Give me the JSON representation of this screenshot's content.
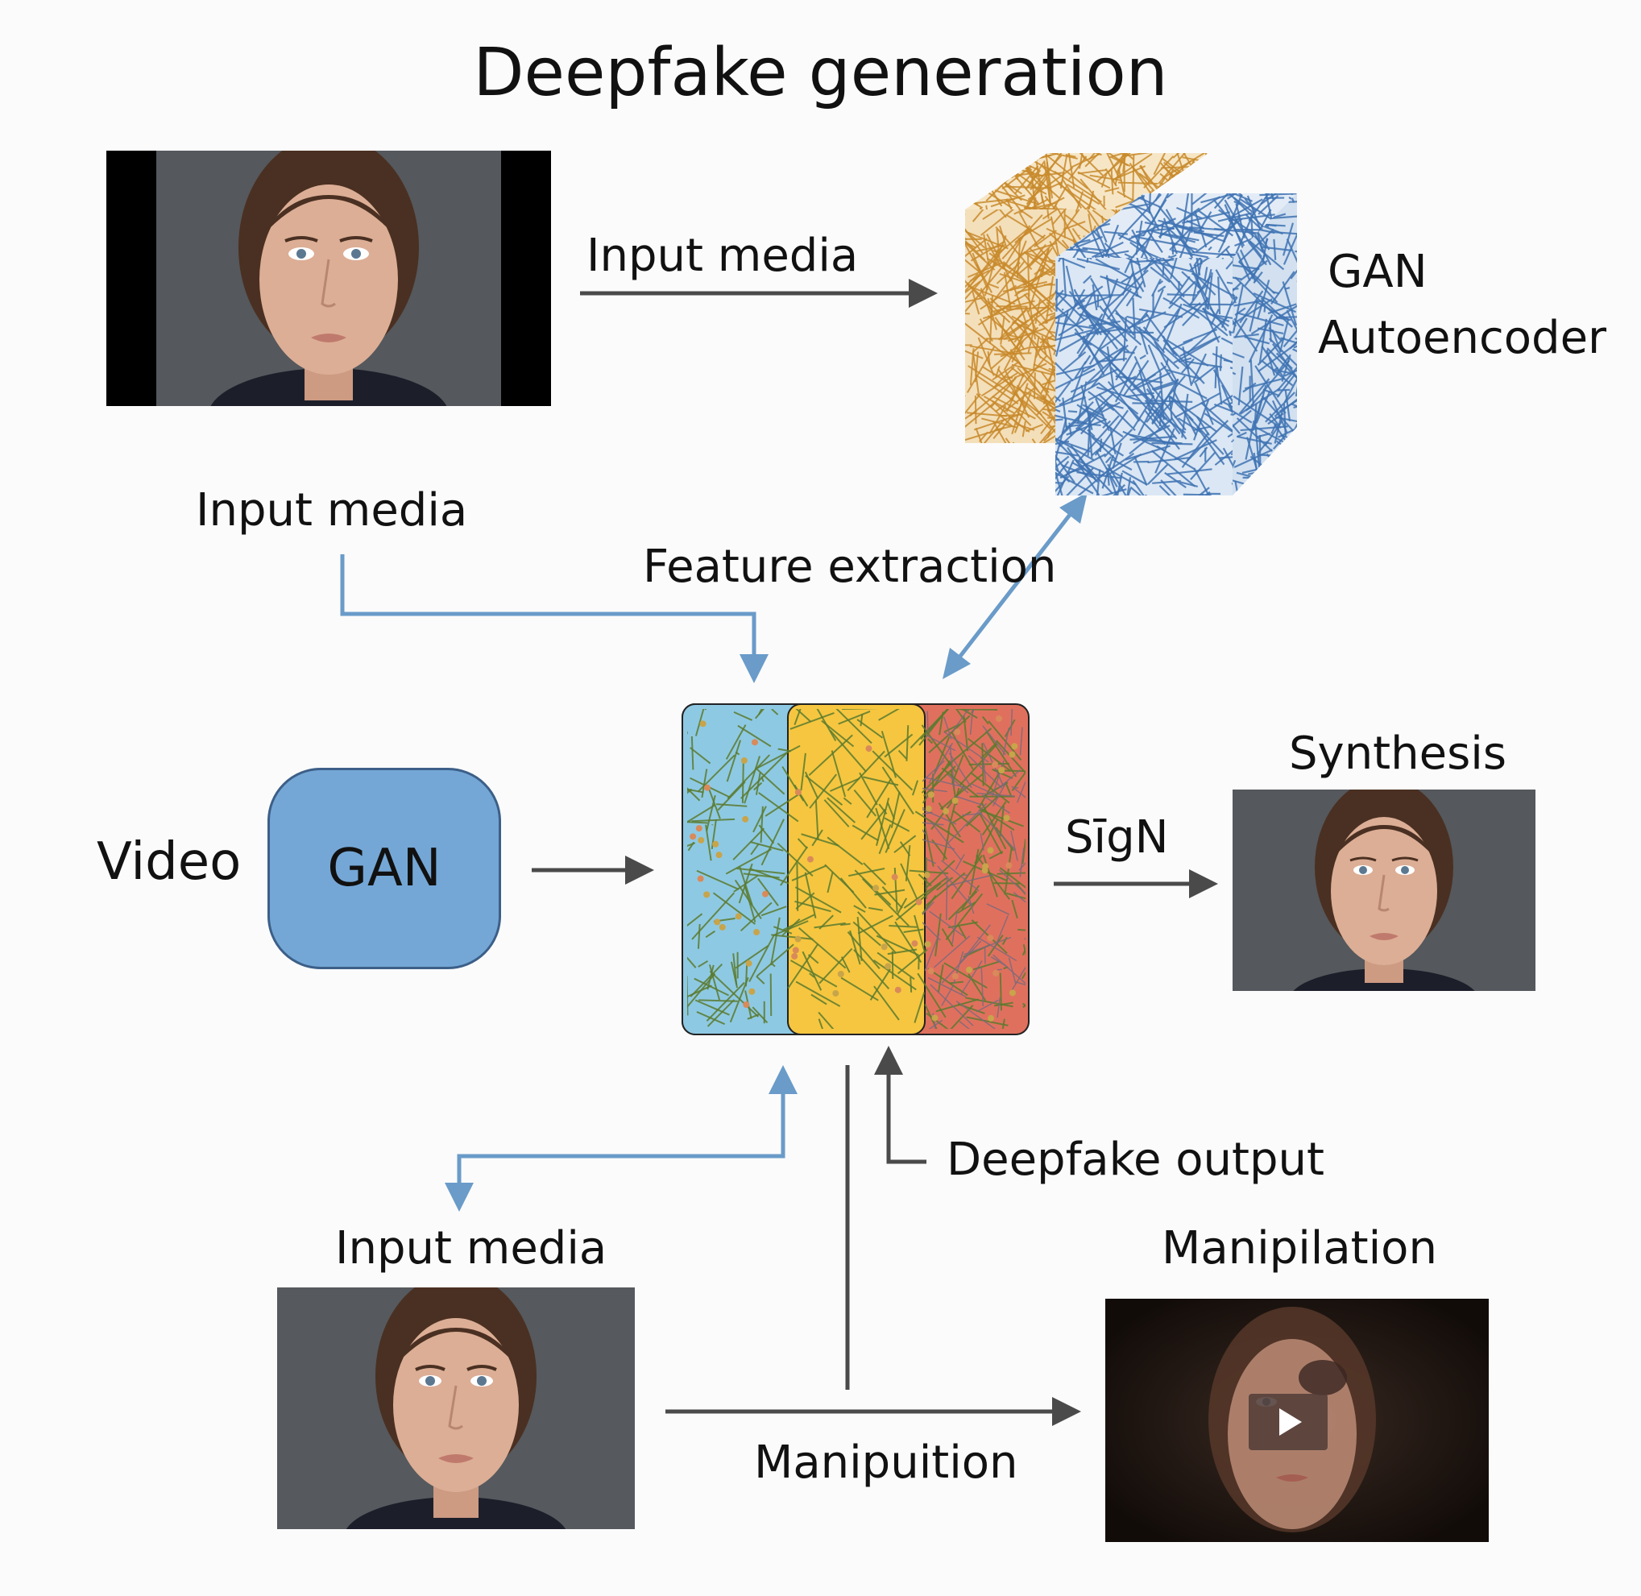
{
  "title": "Deepfake generation",
  "labels": {
    "top_input_media": "Input media",
    "gan": "GAN",
    "autoencoder": "Autoencoder",
    "left_input_media": "Input media",
    "feature_extraction": "Feature extraction",
    "video": "Video",
    "gan_box": "GAN",
    "sign_label": "SīgN",
    "synthesis": "Synthesis",
    "deepfake_output": "Deepfake output",
    "bottom_input_media": "Input media",
    "manipilation": "Manipilation",
    "manipuition": "Manipuition"
  },
  "colors": {
    "blue_arrow": "#6a9bc9",
    "dark_arrow": "#4a4a4a",
    "cube_orange": "#c8892c",
    "cube_blue": "#3f73b3",
    "panel_blue": "#8ec9e3",
    "panel_yellow": "#f6c640",
    "panel_red": "#e0705e",
    "gan_box": "#74a7d6"
  },
  "icons": {
    "play": "play-icon"
  }
}
